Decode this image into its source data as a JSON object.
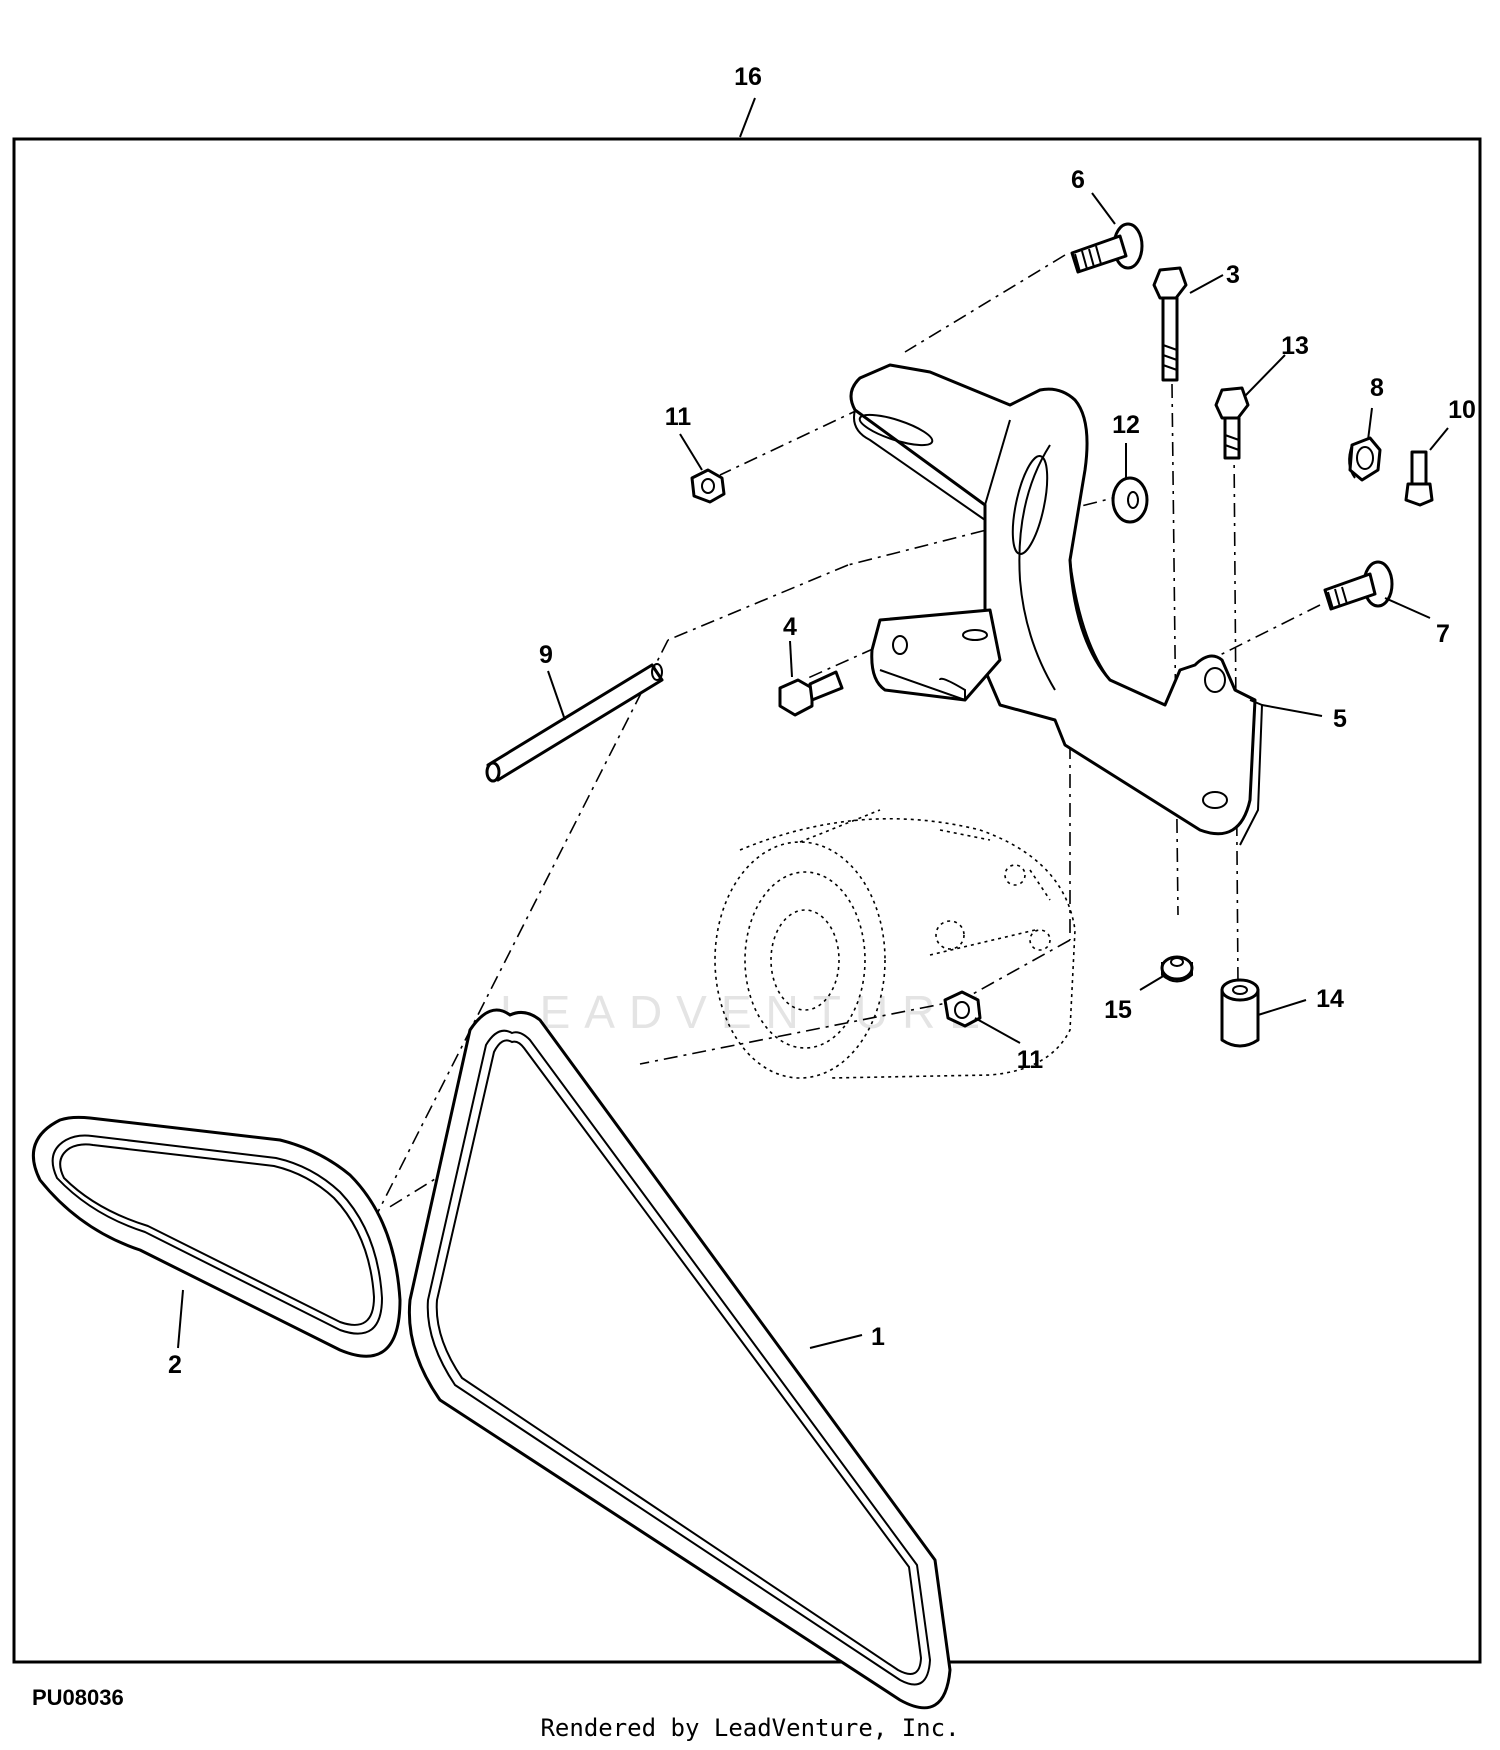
{
  "diagram": {
    "figure_code": "PU08036",
    "credit": "Rendered by LeadVenture, Inc.",
    "watermark": "LEADVENTURE",
    "callouts": {
      "c1": "1",
      "c2": "2",
      "c3": "3",
      "c4": "4",
      "c5": "5",
      "c6": "6",
      "c7": "7",
      "c8": "8",
      "c9": "9",
      "c10": "10",
      "c11a": "11",
      "c11b": "11",
      "c12": "12",
      "c13": "13",
      "c14": "14",
      "c15": "15",
      "c16": "16"
    }
  }
}
